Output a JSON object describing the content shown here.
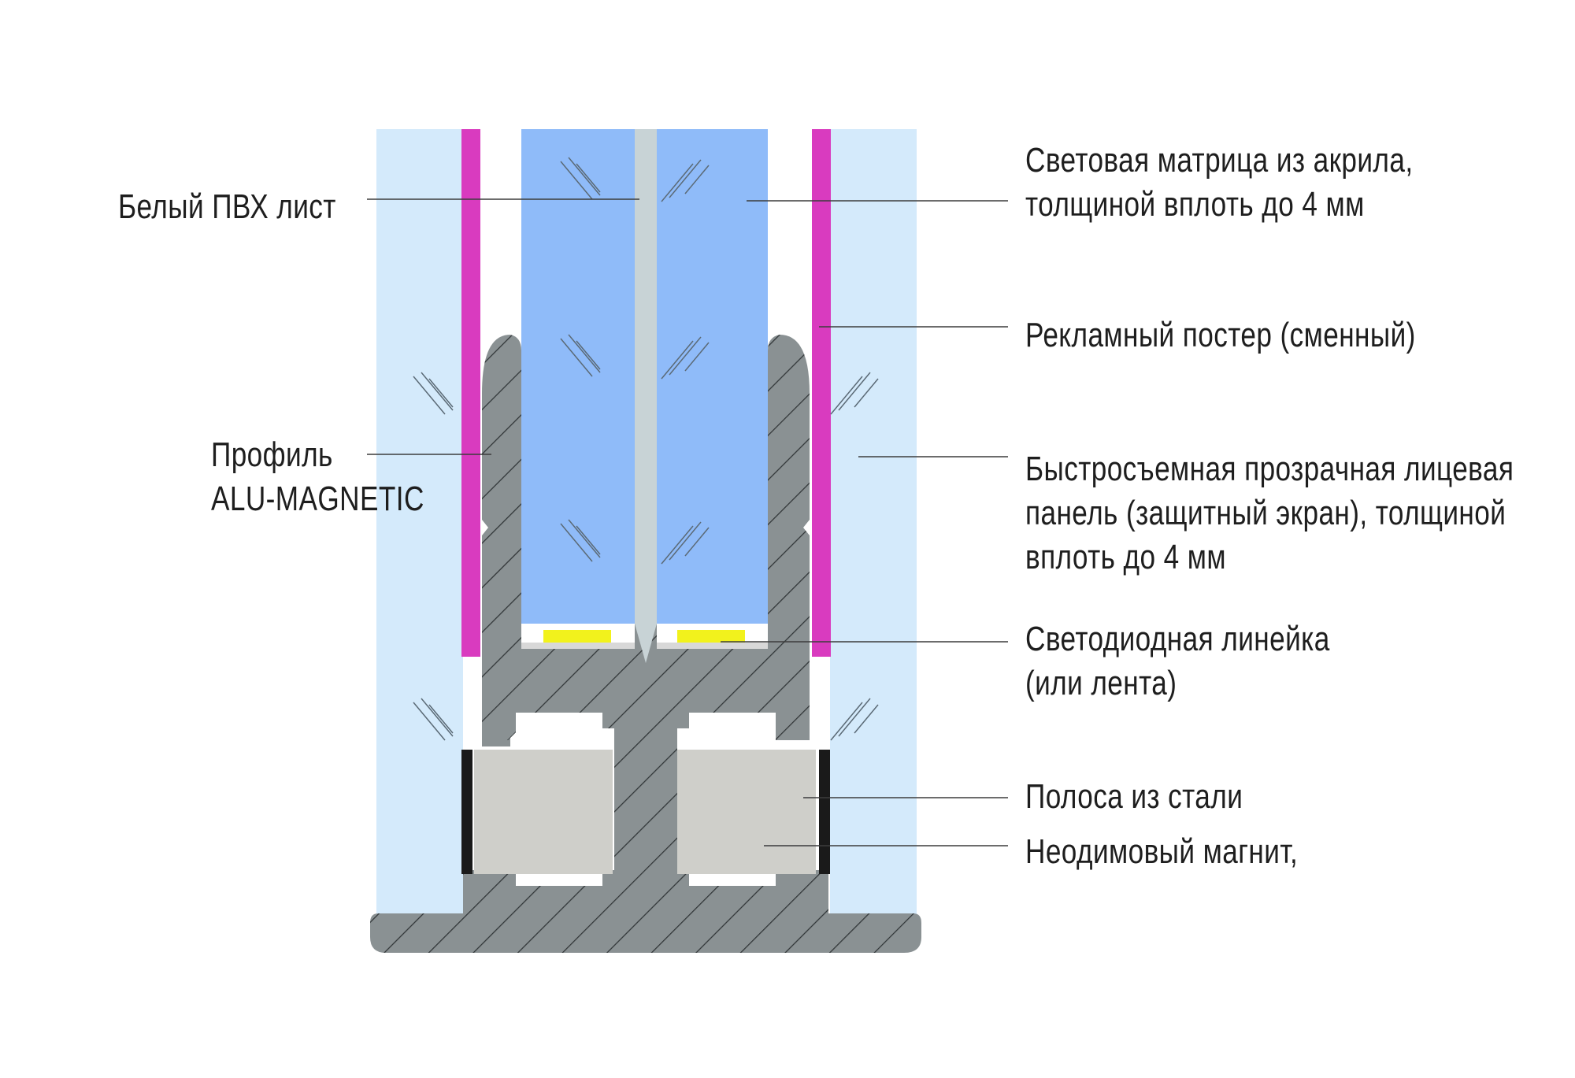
{
  "labels": {
    "pvc_sheet": "Белый ПВХ лист",
    "profile": [
      "Профиль",
      "ALU-MAGNETIC"
    ],
    "acrylic_matrix": [
      "Световая матрица из акрила,",
      "толщиной вплоть до 4 мм"
    ],
    "poster": "Рекламный постер (сменный)",
    "front_panel": [
      "Быстросъемная прозрачная лицевая",
      "панель (защитный экран), толщиной",
      "вплоть до 4 мм"
    ],
    "led_strip": [
      "Светодиодная линейка",
      "(или лента)"
    ],
    "steel_strip": "Полоса из стали",
    "magnet": "Неодимовый магнит,"
  },
  "colors": {
    "front_panel": "#d4eafb",
    "poster": "#d93bbf",
    "acrylic": "#8fbbf9",
    "pvc_sheet": "#c8d3d6",
    "profile": "#8a9193",
    "magnet": "#cfcfca",
    "steel": "#1a1a1a",
    "led": "#f2f21c",
    "leader_line": "#3c3c3c"
  }
}
